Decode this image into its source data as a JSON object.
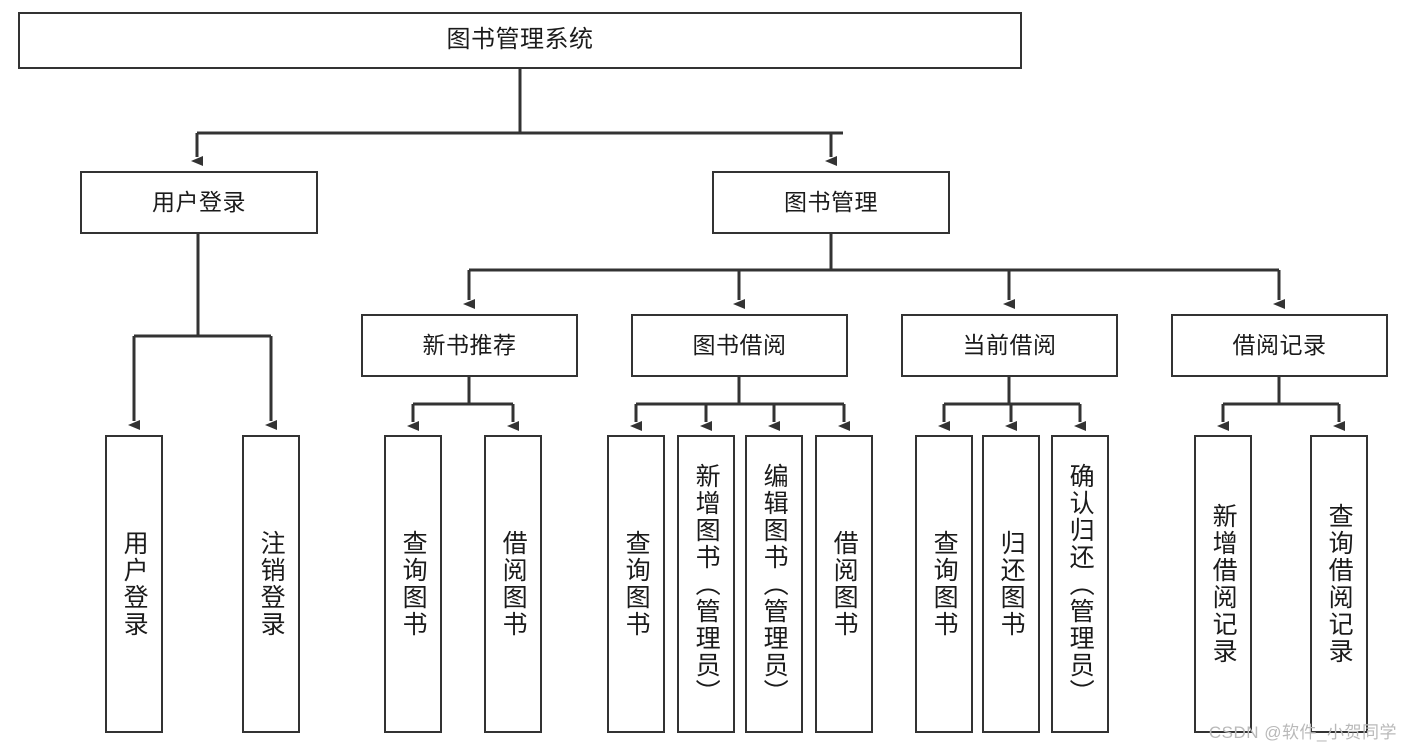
{
  "diagram": {
    "title": "图书管理系统",
    "type": "tree-hierarchy",
    "colors": {
      "border": "#333333",
      "background": "#ffffff",
      "text": "#1b1b1b",
      "connector": "#333333",
      "watermark": "#b9b9b9"
    },
    "watermark": "CSDN @软件_小贺同学",
    "levels": {
      "root": "图书管理系统",
      "level1": [
        "用户登录",
        "图书管理"
      ],
      "level2": [
        "新书推荐",
        "图书借阅",
        "当前借阅",
        "借阅记录"
      ],
      "leaves": [
        "用户登录",
        "注销登录",
        "查询图书",
        "借阅图书",
        "查询图书",
        "新增图书（管理员）",
        "编辑图书（管理员）",
        "借阅图书",
        "查询图书",
        "归还图书",
        "确认归还（管理员）",
        "新增借阅记录",
        "查询借阅记录"
      ]
    }
  },
  "nodes": {
    "root": {
      "label": "图书管理系统"
    },
    "user_login": {
      "label": "用户登录"
    },
    "book_manage": {
      "label": "图书管理"
    },
    "new_book_rec": {
      "label": "新书推荐"
    },
    "book_borrow": {
      "label": "图书借阅"
    },
    "current_borrow": {
      "label": "当前借阅"
    },
    "borrow_record": {
      "label": "借阅记录"
    },
    "leaf_user_login": {
      "label": "用户登录"
    },
    "leaf_logout": {
      "label": "注销登录"
    },
    "leaf_query_book_1": {
      "label": "查询图书"
    },
    "leaf_borrow_book_1": {
      "label": "借阅图书"
    },
    "leaf_query_book_2": {
      "label": "查询图书"
    },
    "leaf_add_book_admin": {
      "label": "新增图书（管理员）"
    },
    "leaf_edit_book_admin": {
      "label": "编辑图书（管理员）"
    },
    "leaf_borrow_book_2": {
      "label": "借阅图书"
    },
    "leaf_query_book_3": {
      "label": "查询图书"
    },
    "leaf_return_book": {
      "label": "归还图书"
    },
    "leaf_confirm_return_admin": {
      "label": "确认归还（管理员）"
    },
    "leaf_add_borrow_record": {
      "label": "新增借阅记录"
    },
    "leaf_query_borrow_record": {
      "label": "查询借阅记录"
    }
  }
}
